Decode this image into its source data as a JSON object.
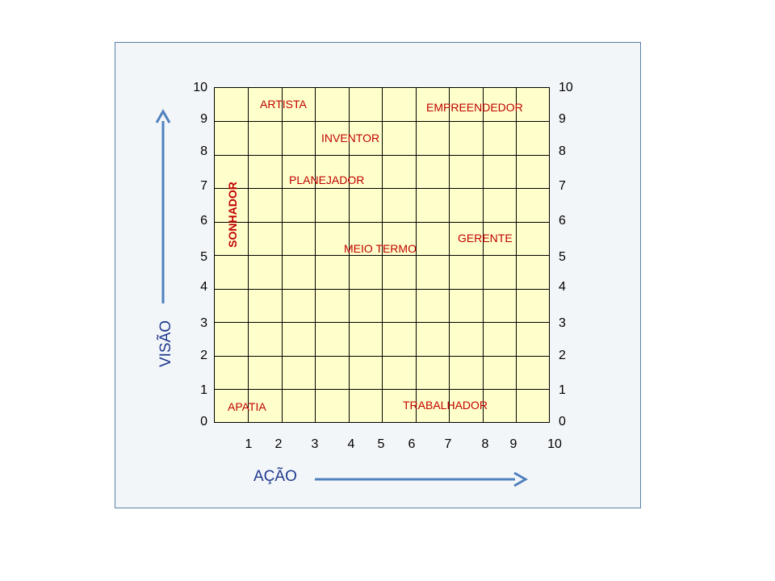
{
  "x_axis": {
    "title": "AÇÃO",
    "ticks": [
      "1",
      "2",
      "3",
      "4",
      "5",
      "6",
      "7",
      "8",
      "9",
      "10"
    ]
  },
  "y_axis": {
    "title": "VISÃO",
    "ticks": [
      "0",
      "1",
      "2",
      "3",
      "4",
      "5",
      "6",
      "7",
      "8",
      "9",
      "10"
    ]
  },
  "regions": {
    "artista": "ARTISTA",
    "empreendedor": "EMPREENDEDOR",
    "inventor": "INVENTOR",
    "planejador": "PLANEJADOR",
    "sonhador": "SONHADOR",
    "gerente": "GERENTE",
    "meio_termo": "MEIO TERMO",
    "apatia": "APATIA",
    "trabalhador": "TRABALHADOR"
  },
  "colors": {
    "grid_fill": "#ffffcc",
    "region_text": "#c00000",
    "axis_title": "#1f3a8f",
    "arrow": "#4f81bd"
  }
}
